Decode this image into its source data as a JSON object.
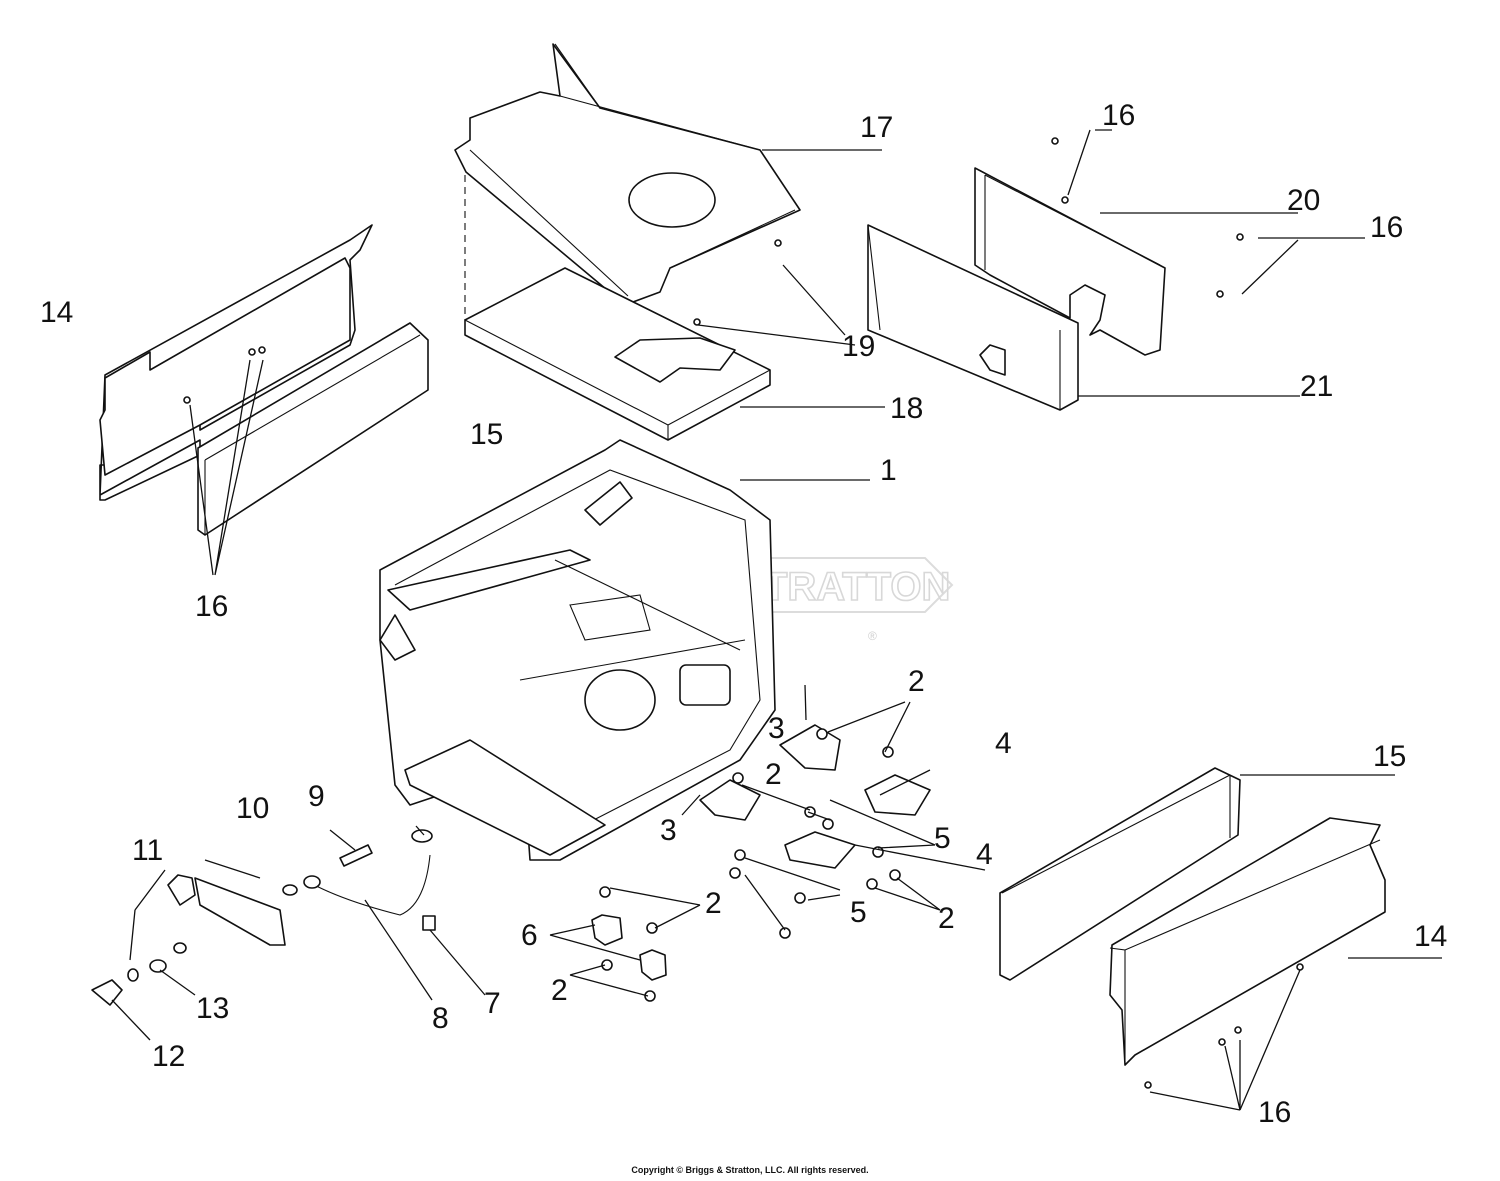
{
  "watermark": {
    "text": "BRIGGS&STRATTON",
    "registered_mark": "®"
  },
  "callouts": {
    "c1": "1",
    "c2a": "2",
    "c2b": "2",
    "c2c": "2",
    "c2d": "2",
    "c2e": "2",
    "c3a": "3",
    "c3b": "3",
    "c4a": "4",
    "c4b": "4",
    "c5a": "5",
    "c5b": "5",
    "c6": "6",
    "c7": "7",
    "c8": "8",
    "c9": "9",
    "c10": "10",
    "c11": "11",
    "c12": "12",
    "c13": "13",
    "c14a": "14",
    "c14b": "14",
    "c15a": "15",
    "c15b": "15",
    "c16a": "16",
    "c16b": "16",
    "c16c": "16",
    "c16d": "16",
    "c17": "17",
    "c18": "18",
    "c19": "19",
    "c20": "20",
    "c21": "21"
  },
  "footer": {
    "copyright": "Copyright © Briggs & Stratton, LLC. All rights reserved."
  }
}
